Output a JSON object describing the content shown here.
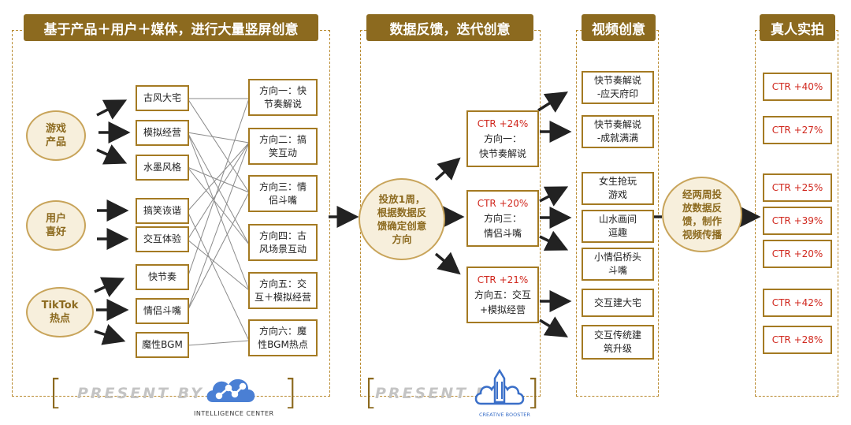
{
  "headers": {
    "h1": "基于产品＋用户＋媒体，进行大量竖屏创意",
    "h2": "数据反馈，迭代创意",
    "h3": "视频创意",
    "h4": "真人实拍"
  },
  "sources": {
    "game_line1": "游戏",
    "game_line2": "产品",
    "user_line1": "用户",
    "user_line2": "喜好",
    "tiktok_line1": "TikTok",
    "tiktok_line2": "热点"
  },
  "features": [
    "古风大宅",
    "模拟经营",
    "水墨风格",
    "搞笑诙谐",
    "交互体验",
    "快节奏",
    "情侣斗嘴",
    "魔性BGM"
  ],
  "directions": [
    {
      "l1": "方向一：快",
      "l2": "节奏解说"
    },
    {
      "l1": "方向二：搞",
      "l2": "笑互动"
    },
    {
      "l1": "方向三：情",
      "l2": "侣斗嘴"
    },
    {
      "l1": "方向四：古",
      "l2": "风场景互动"
    },
    {
      "l1": "方向五：交",
      "l2": "互＋模拟经营"
    },
    {
      "l1": "方向六：魔",
      "l2": "性BGM热点"
    }
  ],
  "test_circle": {
    "l1": "投放1周，",
    "l2": "根据数据反",
    "l3": "馈确定创意",
    "l4": "方向"
  },
  "results": [
    {
      "ctr": "CTR +24%",
      "l1": "方向一：",
      "l2": "快节奏解说"
    },
    {
      "ctr": "CTR +20%",
      "l1": "方向三：",
      "l2": "情侣斗嘴"
    },
    {
      "ctr": "CTR +21%",
      "l1": "方向五：交互",
      "l2": "+模拟经营"
    }
  ],
  "videos": [
    {
      "l1": "快节奏解说",
      "l2": "-应天府印"
    },
    {
      "l1": "快节奏解说",
      "l2": "-成就满满"
    },
    {
      "l1": "女生抢玩",
      "l2": "游戏"
    },
    {
      "l1": "山水画间",
      "l2": "逗趣"
    },
    {
      "l1": "小情侣桥头",
      "l2": "斗嘴"
    },
    {
      "l1": "交互建大宅",
      "l2": ""
    },
    {
      "l1": "交互传统建",
      "l2": "筑升级"
    }
  ],
  "final_circle": {
    "l1": "经两周投",
    "l2": "放数据反",
    "l3": "馈，制作",
    "l4": "视频传播"
  },
  "ctr_results": [
    "CTR +40%",
    "CTR +27%",
    "CTR +25%",
    "CTR +39%",
    "CTR +20%",
    "CTR +42%",
    "CTR +28%"
  ],
  "footer": {
    "present1": "PRESENT BY",
    "logo1_text": "INTELLIGENCE CENTER",
    "present2": "PRESENT BY",
    "logo2_text": "CREATIVE BOOSTER"
  },
  "colors": {
    "accent": "#8c6a1f",
    "border": "#a47a22",
    "ctr_red": "#d0271d",
    "circle_fill": "#f7efdc"
  }
}
